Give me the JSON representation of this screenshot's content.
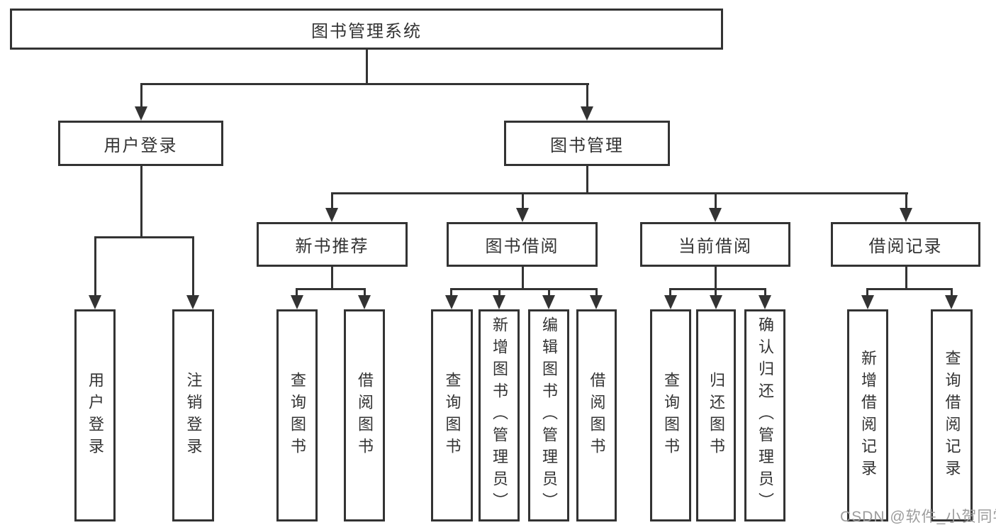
{
  "colors": {
    "line": "#333333",
    "text": "#333333",
    "box_background": "#ffffff",
    "page_background": "#ffffff",
    "watermark": "#9c9c9c"
  },
  "tree": {
    "root": {
      "label": "图书管理系统",
      "children": [
        {
          "label": "用户登录",
          "children": [
            {
              "label": "用户登录"
            },
            {
              "label": "注销登录"
            }
          ]
        },
        {
          "label": "图书管理",
          "children": [
            {
              "label": "新书推荐",
              "children": [
                {
                  "label": "查询图书"
                },
                {
                  "label": "借阅图书"
                }
              ]
            },
            {
              "label": "图书借阅",
              "children": [
                {
                  "label": "查询图书"
                },
                {
                  "label": "新增图书（管理员）"
                },
                {
                  "label": "编辑图书（管理员）"
                },
                {
                  "label": "借阅图书"
                }
              ]
            },
            {
              "label": "当前借阅",
              "children": [
                {
                  "label": "查询图书"
                },
                {
                  "label": "归还图书"
                },
                {
                  "label": "确认归还（管理员）"
                }
              ]
            },
            {
              "label": "借阅记录",
              "children": [
                {
                  "label": "新增借阅记录"
                },
                {
                  "label": "查询借阅记录"
                }
              ]
            }
          ]
        }
      ]
    }
  },
  "watermark": {
    "text": "CSDN @软件_小贺同学"
  }
}
